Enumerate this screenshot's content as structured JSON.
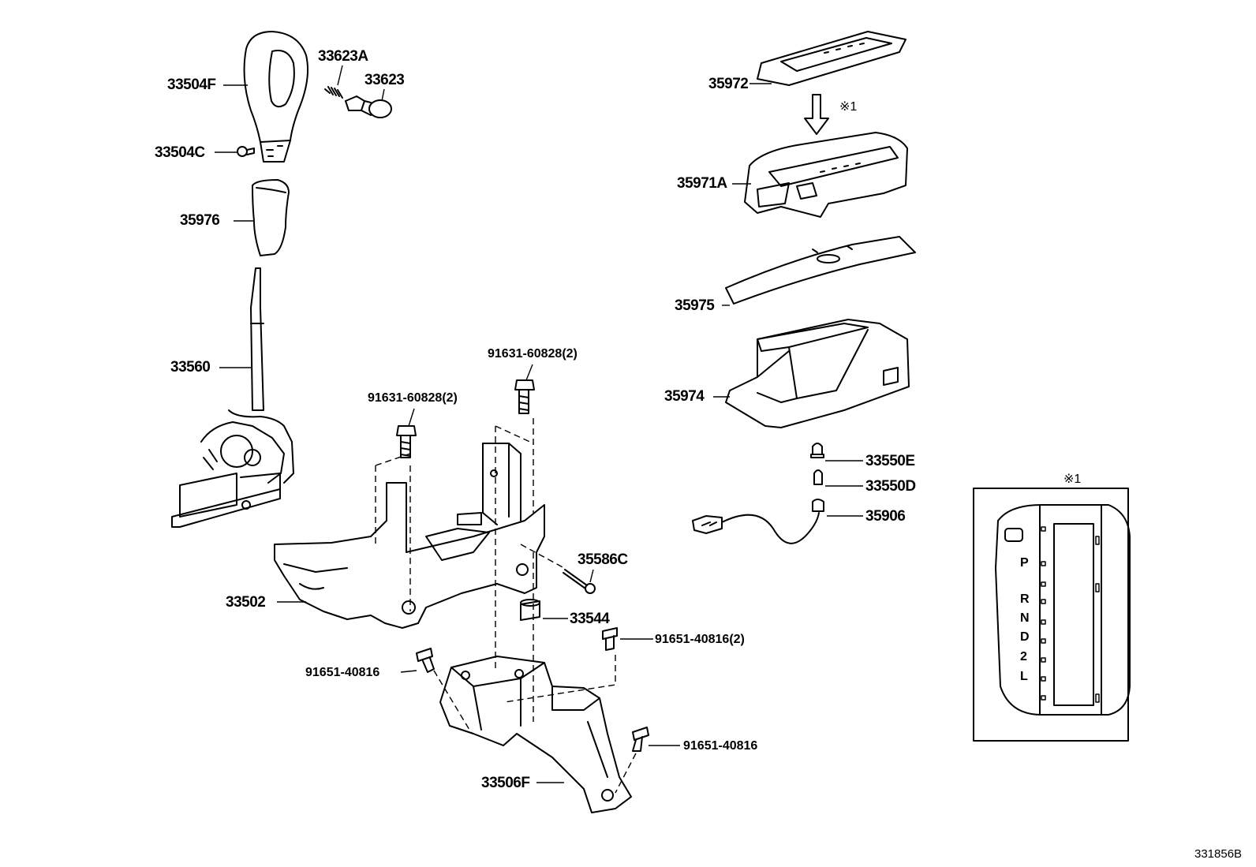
{
  "parts": {
    "p33504F": "33504F",
    "p33623A": "33623A",
    "p33623": "33623",
    "p33504C": "33504C",
    "p35976": "35976",
    "p33560": "33560",
    "p91631a": "91631-60828(2)",
    "p91631b": "91631-60828(2)",
    "p33502": "33502",
    "p35586C": "35586C",
    "p33544": "33544",
    "p91651a": "91651-40816(2)",
    "p91651b": "91651-40816",
    "p91651c": "91651-40816",
    "p33506F": "33506F",
    "p35972": "35972",
    "p35971A": "35971A",
    "p35975": "35975",
    "p35974": "35974",
    "p33550E": "33550E",
    "p33550D": "33550D",
    "p35906": "35906"
  },
  "note": {
    "mark_arrow": "※1",
    "mark_inset": "※1"
  },
  "inset": {
    "gears": [
      "P",
      "R",
      "N",
      "D",
      "2",
      "L"
    ]
  },
  "diagram_code": "331856B"
}
